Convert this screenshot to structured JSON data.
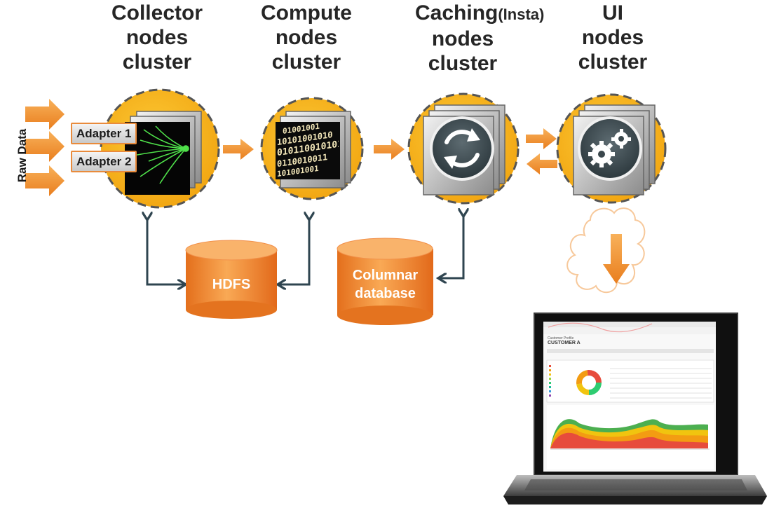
{
  "clusters": [
    {
      "id": "collector",
      "lines": [
        "Collector",
        "nodes",
        "cluster"
      ]
    },
    {
      "id": "compute",
      "lines": [
        "Compute",
        "nodes",
        "cluster"
      ]
    },
    {
      "id": "caching",
      "lines": [
        "Caching",
        "nodes",
        "cluster"
      ],
      "suffix": "(Insta)"
    },
    {
      "id": "ui",
      "lines": [
        "UI",
        "nodes",
        "cluster"
      ]
    }
  ],
  "input": {
    "label": "Raw Data"
  },
  "adapters": [
    "Adapter 1",
    "Adapter 2"
  ],
  "compute_binary": [
    "01001001",
    "10101001010",
    "010110010101",
    "0110010011",
    "101001001"
  ],
  "stores": [
    {
      "id": "hdfs",
      "lines": [
        "HDFS"
      ]
    },
    {
      "id": "columnar",
      "lines": [
        "Columnar",
        "database"
      ]
    }
  ],
  "colors": {
    "accent_orange": "#f39a3e",
    "cluster_fill": "#f7b820",
    "connector": "#2f4550"
  },
  "dashboard": {
    "title_prefix": "Customer Profile",
    "customer": "CUSTOMER A"
  }
}
